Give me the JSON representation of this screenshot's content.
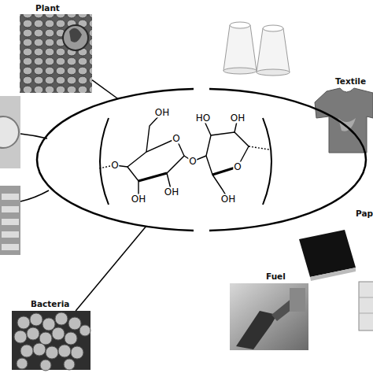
{
  "diagram": {
    "nodes": [
      {
        "text": [
          "Plant"
        ]
      },
      {
        "text": [
          "Textile"
        ]
      },
      {
        "text": [
          "OH",
          "O",
          "O",
          "OH",
          "OH",
          "O",
          "HO",
          "OH",
          "O",
          "OH"
        ]
      },
      {
        "text": [
          "Pap"
        ]
      },
      {
        "text": [
          "Bacteria"
        ]
      },
      {
        "text": [
          "Fuel"
        ]
      }
    ],
    "edges": [
      {
        "from": 0,
        "to": 2,
        "arrow": "none"
      },
      {
        "from": 4,
        "to": 2,
        "arrow": "none"
      }
    ]
  }
}
